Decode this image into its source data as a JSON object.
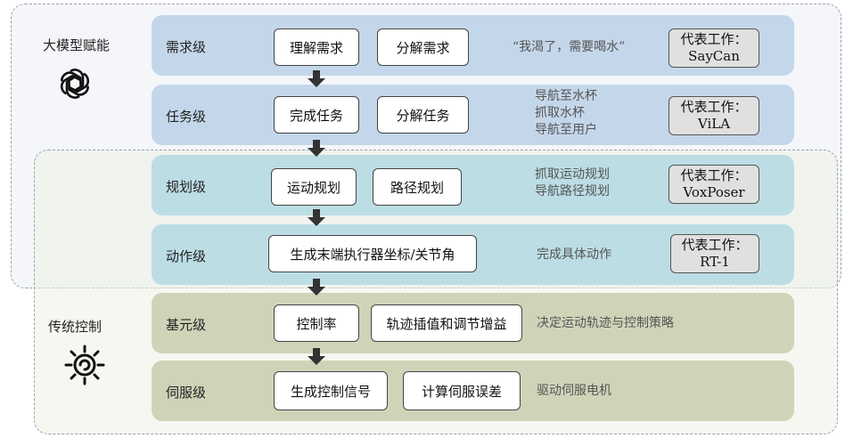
{
  "groups": {
    "ai": {
      "label": "大模型赋能",
      "icon": "openai-knot-icon"
    },
    "traditional": {
      "label": "传统控制",
      "icon": "gear-sun-icon"
    }
  },
  "levels": [
    {
      "name": "需求级",
      "steps": [
        "理解需求",
        "分解需求"
      ],
      "description": [
        "“我渴了，需要喝水”"
      ],
      "representative": {
        "title": "代表工作：",
        "work": "SayCan"
      }
    },
    {
      "name": "任务级",
      "steps": [
        "完成任务",
        "分解任务"
      ],
      "description": [
        "导航至水杯",
        "抓取水杯",
        "导航至用户"
      ],
      "representative": {
        "title": "代表工作：",
        "work": "ViLA"
      }
    },
    {
      "name": "规划级",
      "steps": [
        "运动规划",
        "路径规划"
      ],
      "description": [
        "抓取运动规划",
        "导航路径规划"
      ],
      "representative": {
        "title": "代表工作：",
        "work": "VoxPoser"
      }
    },
    {
      "name": "动作级",
      "steps": [
        "生成末端执行器坐标/关节角"
      ],
      "description": [
        "完成具体动作"
      ],
      "representative": {
        "title": "代表工作：",
        "work": "RT-1"
      }
    },
    {
      "name": "基元级",
      "steps": [
        "控制率",
        "轨迹插值和调节增益"
      ],
      "description": [
        "决定运动轨迹与控制策略"
      ]
    },
    {
      "name": "伺服级",
      "steps": [
        "生成控制信号",
        "计算伺服误差"
      ],
      "description": [
        "驱动伺服电机"
      ]
    }
  ],
  "colors": {
    "blue_band": "#c4d7ea",
    "teal_band": "#bcdde4",
    "olive_band": "#cfd4b8",
    "rep_box": "#e0e0e0"
  }
}
